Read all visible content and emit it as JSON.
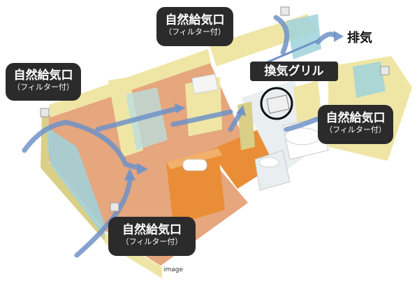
{
  "labels": {
    "top_vent": {
      "main": "自然給気口",
      "sub": "（フィルター付）"
    },
    "left_vent": {
      "main": "自然給気口",
      "sub": "（フィルター付）"
    },
    "right_vent": {
      "main": "自然給気口",
      "sub": "（フィルター付）"
    },
    "bottom_vent": {
      "main": "自然給気口",
      "sub": "（フィルター付）"
    },
    "exhaust": "排気",
    "grille": "換気グリル",
    "image_note": "image"
  },
  "colors": {
    "wall": "#efe6a6",
    "wall_shade": "#d9cf86",
    "wood_floor": "#e6a67e",
    "orange_floor": "#e98e36",
    "tile_floor": "#e9eef1",
    "glass": "#9fd2dc",
    "airflow": "#6f93c7",
    "label_bg": "#2b2b2b"
  }
}
